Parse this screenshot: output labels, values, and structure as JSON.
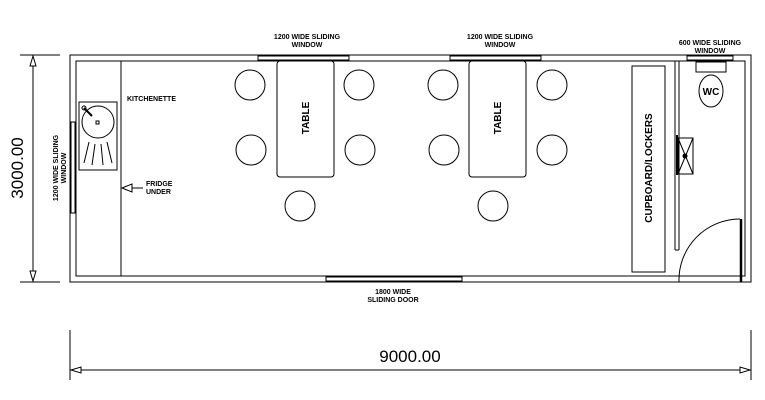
{
  "title": "Site office floor plan",
  "dimensions": {
    "width_label": "9000.00",
    "height_label": "3000.00"
  },
  "labels": {
    "kitchenette": "KITCHENETTE",
    "fridge_line1": "FRIDGE",
    "fridge_line2": "UNDER",
    "left_window_line1": "1200  WIDE  SLIDING",
    "left_window_line2": "WINDOW",
    "top_window1_line1": "1200  WIDE  SLIDING",
    "top_window1_line2": "WINDOW",
    "top_window2_line1": "1200  WIDE  SLIDING",
    "top_window2_line2": "WINDOW",
    "wc_window_line1": "600  WIDE  SLIDING",
    "wc_window_line2": "WINDOW",
    "door_line1": "1800  WIDE",
    "door_line2": "SLIDING   DOOR",
    "table1": "TABLE",
    "table2": "TABLE",
    "cupboard": "CUPBOARD/LOCKERS",
    "wc": "WC"
  }
}
